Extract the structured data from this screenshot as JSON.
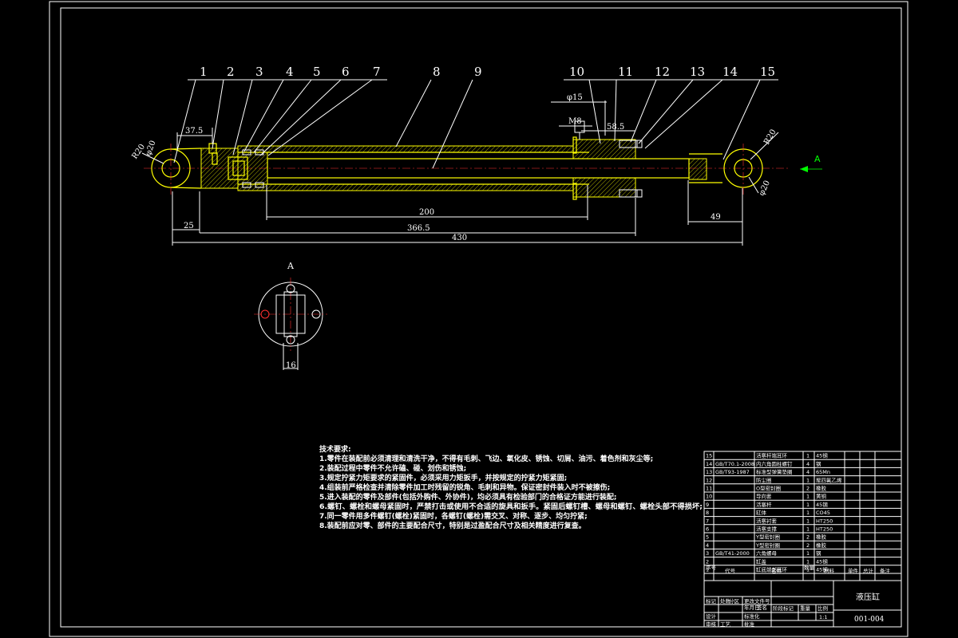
{
  "balloons": [
    "1",
    "2",
    "3",
    "4",
    "5",
    "6",
    "7",
    "8",
    "9",
    "10",
    "11",
    "12",
    "13",
    "14",
    "15"
  ],
  "dimensions": {
    "d1": "37.5",
    "d2": "φ20",
    "d3": "R20",
    "d4": "φ15",
    "d5": "M8",
    "d6": "58.5",
    "d7": "200",
    "d8": "25",
    "d9": "366.5",
    "d10": "430",
    "d11": "49",
    "d12": "R20",
    "d13": "φ20",
    "d14": "16"
  },
  "view_labels": {
    "view_arrow": "A",
    "section_label": "A"
  },
  "tech_requirements": {
    "title": "技术要求:",
    "lines": [
      "1.零件在装配前必须清理和清洗干净，不得有毛刺、飞边、氧化皮、锈蚀、切屑、油污、着色剂和灰尘等;",
      "2.装配过程中零件不允许磕、碰、划伤和锈蚀;",
      "3.规定拧紧力矩要求的紧固件，必须采用力矩扳手，并按规定的拧紧力矩紧固;",
      "4.组装前严格检查并清除零件加工时残留的锐角、毛刺和异物。保证密封件装入时不被擦伤;",
      "5.进入装配的零件及部件(包括外购件、外协件)，均必须具有检验部门的合格证方能进行装配;",
      "6.螺钉、螺栓和螺母紧固时，严禁打击或使用不合适的旋具和扳手。紧固后螺钉槽、螺母和螺钉、螺栓头部不得损坏;",
      "7.同一零件用多件螺钉(螺栓)紧固时，各螺钉(螺栓)需交叉、对称、逐步、均匀拧紧;",
      "8.装配前应对零、部件的主要配合尺寸，特别是过盈配合尺寸及相关精度进行复查。"
    ]
  },
  "bom": {
    "rows": [
      {
        "no": "15",
        "code": "",
        "name": "活塞杆端耳环",
        "qty": "1",
        "material": "45钢"
      },
      {
        "no": "14",
        "code": "GB/T70.1-2008",
        "name": "内六角圆柱螺钉",
        "qty": "4",
        "material": "钢"
      },
      {
        "no": "13",
        "code": "GB/T93-1987",
        "name": "标准型弹簧垫圈",
        "qty": "4",
        "material": "65Mn"
      },
      {
        "no": "12",
        "code": "",
        "name": "防尘圈",
        "qty": "1",
        "material": "聚四氟乙烯"
      },
      {
        "no": "11",
        "code": "",
        "name": "O型密封圈",
        "qty": "2",
        "material": "橡胶"
      },
      {
        "no": "10",
        "code": "",
        "name": "导向套",
        "qty": "1",
        "material": "黄铜"
      },
      {
        "no": "9",
        "code": "",
        "name": "活塞杆",
        "qty": "1",
        "material": "45钢"
      },
      {
        "no": "8",
        "code": "",
        "name": "缸体",
        "qty": "1",
        "material": "CO45"
      },
      {
        "no": "7",
        "code": "",
        "name": "活塞衬套",
        "qty": "1",
        "material": "HT250"
      },
      {
        "no": "6",
        "code": "",
        "name": "活塞支撑",
        "qty": "1",
        "material": "HT250"
      },
      {
        "no": "5",
        "code": "",
        "name": "Y型密封圈",
        "qty": "2",
        "material": "橡胶"
      },
      {
        "no": "4",
        "code": "",
        "name": "Y型密封圈",
        "qty": "2",
        "material": "橡胶"
      },
      {
        "no": "3",
        "code": "GB/T41-2000",
        "name": "六角螺母",
        "qty": "1",
        "material": "钢"
      },
      {
        "no": "2",
        "code": "",
        "name": "缸盖",
        "qty": "1",
        "material": "45钢"
      },
      {
        "no": "1",
        "code": "",
        "name": "缸底端部耳环",
        "qty": "1",
        "material": "45钢"
      }
    ],
    "headers": {
      "no": "序号",
      "code": "代号",
      "name": "名称",
      "qty": "数量",
      "material": "材料",
      "unit_weight": "单件",
      "total_weight": "总计",
      "weight": "重量",
      "remark": "备注"
    }
  },
  "title_block": {
    "drawing_name": "液压缸",
    "drawing_code": "001-004",
    "scale": "1:1",
    "cells": [
      "标记",
      "处数",
      "分区",
      "更改文件号",
      "签名",
      "年月日",
      "设计",
      "标准化",
      "阶段标记",
      "重量",
      "比例",
      "审核",
      "工艺",
      "批准"
    ]
  },
  "colors": {
    "outline": "#ffffff",
    "part": "#ffff00",
    "dimension": "#00ff00",
    "centerline": "#ff3030",
    "background": "#000000"
  }
}
